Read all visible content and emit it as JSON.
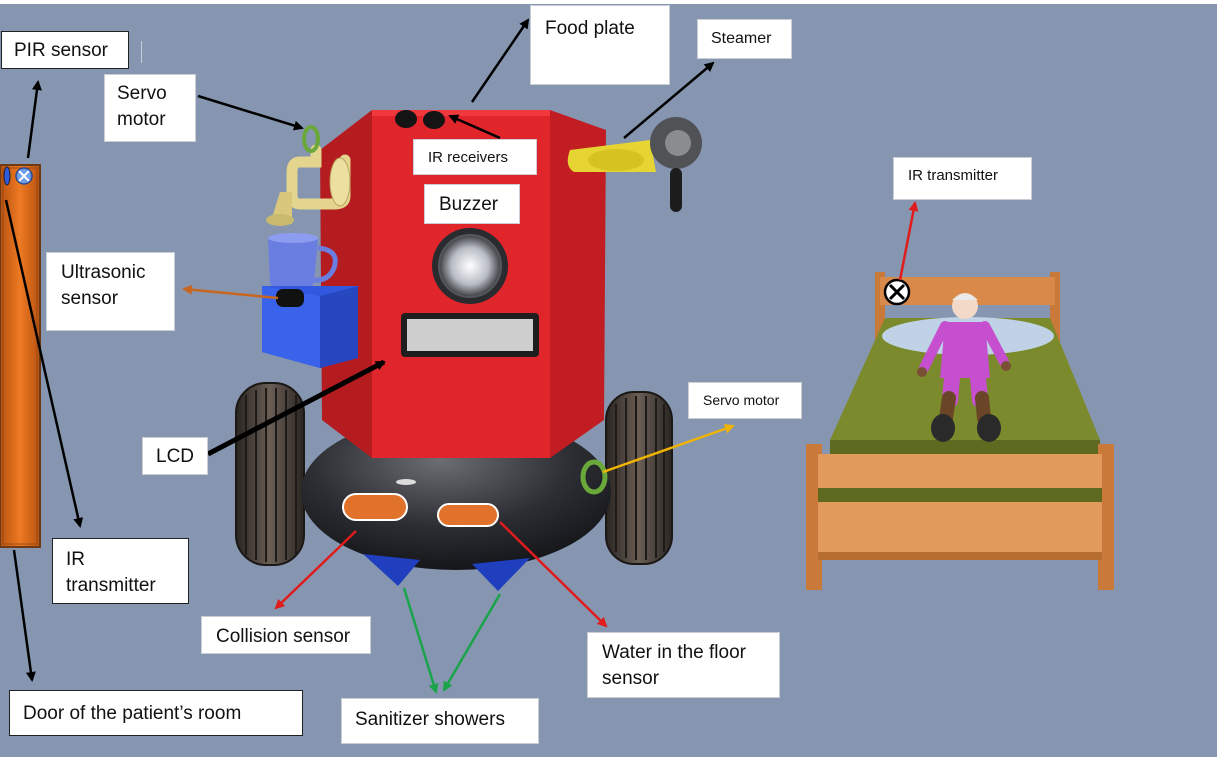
{
  "labels": {
    "pir_sensor": "PIR sensor",
    "servo_motor_left": "Servo motor",
    "food_plate": "Food plate",
    "steamer": "Steamer",
    "ir_receivers": "IR receivers",
    "buzzer": "Buzzer",
    "ir_transmitter_right": "IR transmitter",
    "ultrasonic_sensor": "Ultrasonic sensor",
    "servo_motor_right": "Servo motor",
    "lcd": "LCD",
    "ir_transmitter_left": "IR transmitter",
    "collision_sensor": "Collision sensor",
    "water_floor_sensor": "Water in the floor sensor",
    "sanitizer_showers": "Sanitizer showers",
    "door": "Door of the patient’s room"
  },
  "colors": {
    "background": "#8696b0",
    "robot_body": "#e0252b",
    "robot_base": "#2a2c31",
    "door": "#d9661c",
    "bed_wood": "#d98a4a",
    "mattress": "#7c8a2e",
    "patient_suit": "#c64fd0",
    "container": "#2f5ae0",
    "sensor_orange": "#e0722c",
    "arrow_black": "#000000",
    "arrow_red": "#e01b1b",
    "arrow_green": "#1aa34a",
    "arrow_orange": "#c8651f",
    "arrow_yellow": "#f0b400"
  }
}
